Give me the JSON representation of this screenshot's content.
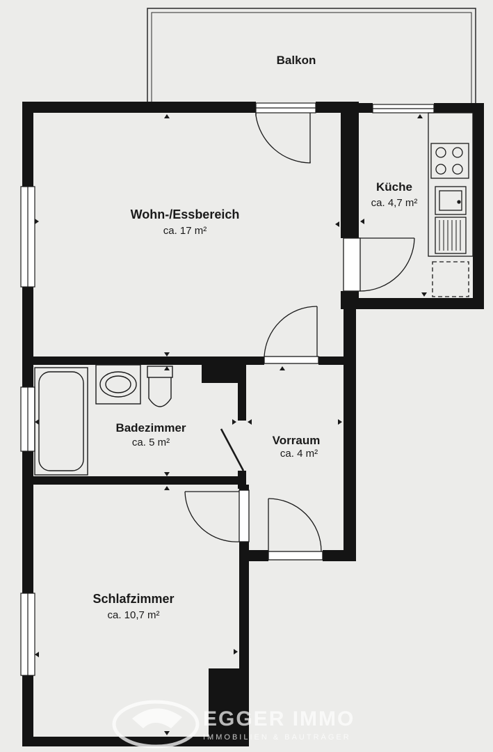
{
  "colors": {
    "paper": "#ececea",
    "wall": "#141414",
    "watermark": "#ffffff"
  },
  "rooms": {
    "balkon": {
      "name": "Balkon"
    },
    "wohn": {
      "name": "Wohn-/Essbereich",
      "area": "ca. 17 m²"
    },
    "kueche": {
      "name": "Küche",
      "area": "ca. 4,7 m²"
    },
    "bad": {
      "name": "Badezimmer",
      "area": "ca. 5 m²"
    },
    "vorraum": {
      "name": "Vorraum",
      "area": "ca. 4 m²"
    },
    "schlaf": {
      "name": "Schlafzimmer",
      "area": "ca. 10,7 m²"
    }
  },
  "watermark": {
    "brand": "EGGER IMMO",
    "subtitle": "IMMOBILIEN & BAUTRÄGER",
    "logo_icon": "egger-logo-icon"
  }
}
